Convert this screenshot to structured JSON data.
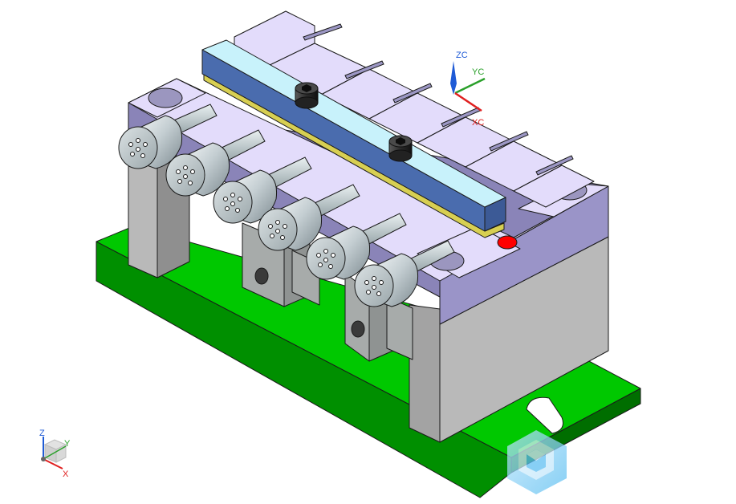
{
  "colors": {
    "background": "#ffffff",
    "base_top": "#00c800",
    "base_front": "#008f00",
    "base_side": "#006e00",
    "block_front": "#b9b9b9",
    "block_side": "#8f8f8f",
    "lavender_top": "#e3dcfb",
    "lavender_front": "#8a84b8",
    "clamp_top": "#c8f2fb",
    "clamp_front": "#5a78b6",
    "edge": "#1a1a1a",
    "red_marker": "#ff0000",
    "axis_x": "#e02020",
    "axis_y": "#2aa02a",
    "axis_z": "#1f5bd6"
  },
  "wcs_triad": {
    "z_label": "ZC",
    "y_label": "YC",
    "x_label": "XC"
  },
  "view_triad": {
    "z_label": "Z",
    "y_label": "Y",
    "x_label": "X"
  },
  "watermark_icon": "logo-cube-icon",
  "part": {
    "bolt_count": 2,
    "pin_count": 6,
    "plate_slot_count": 6
  }
}
